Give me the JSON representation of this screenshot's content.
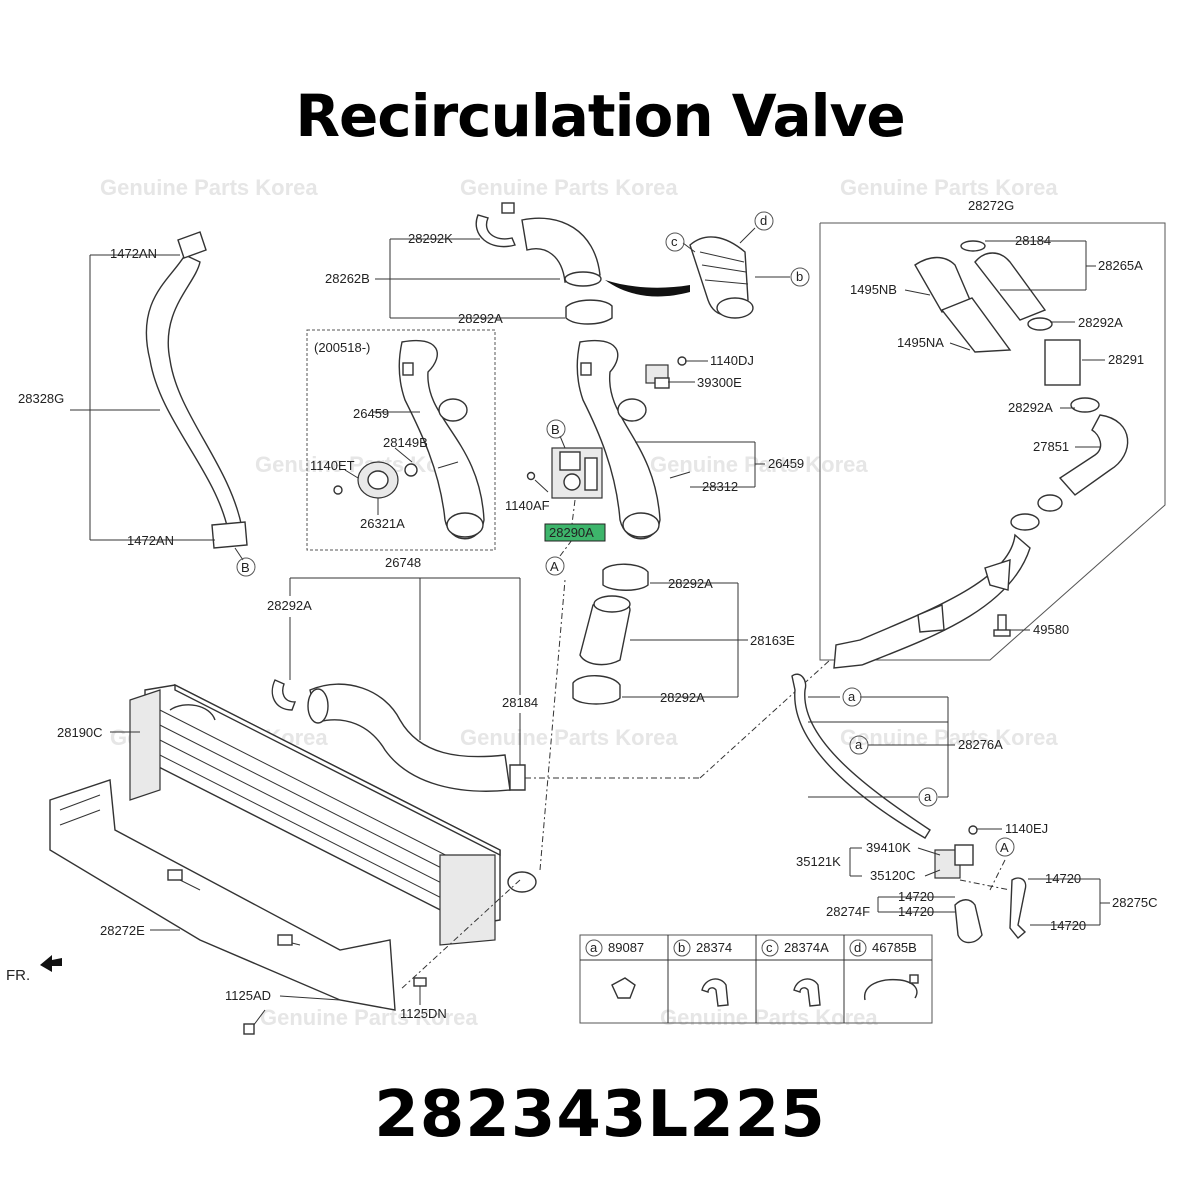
{
  "title": "Recirculation Valve",
  "part_number": "282343L225",
  "watermark": "Genuine Parts Korea",
  "highlight_color": "#3db56b",
  "box_note": "(200518-)",
  "direction_label": "FR.",
  "callouts": {
    "l1472AN_top": "1472AN",
    "l1472AN_bot": "1472AN",
    "l28328G": "28328G",
    "l28292K": "28292K",
    "l28262B": "28262B",
    "l28292A_top": "28292A",
    "l26459_left": "26459",
    "l28149B": "28149B",
    "l1140ET": "1140ET",
    "l26321A": "26321A",
    "l1140DJ": "1140DJ",
    "l39300E": "39300E",
    "l26459_right": "26459",
    "l28312": "28312",
    "l1140AF": "1140AF",
    "l28290A": "28290A",
    "l28272G": "28272G",
    "l28184_top": "28184",
    "l28265A": "28265A",
    "l1495NB": "1495NB",
    "l1495NA": "1495NA",
    "l28292A_r1": "28292A",
    "l28291": "28291",
    "l28292A_r2": "28292A",
    "l27851": "27851",
    "l49580": "49580",
    "l26748": "26748",
    "l28292A_left": "28292A",
    "l28184_mid": "28184",
    "l28190C": "28190C",
    "l28292A_c1": "28292A",
    "l28163E": "28163E",
    "l28292A_c2": "28292A",
    "l28276A": "28276A",
    "l1140EJ": "1140EJ",
    "l39410K": "39410K",
    "l35121K": "35121K",
    "l35120C": "35120C",
    "l14720_a": "14720",
    "l28274F": "28274F",
    "l14720_b": "14720",
    "l14720_c": "14720",
    "l28275C": "28275C",
    "l14720_d": "14720",
    "l28272E": "28272E",
    "l1125AD": "1125AD",
    "l1125DN": "1125DN"
  },
  "markers": {
    "B": "B",
    "A": "A",
    "a": "a",
    "b": "b",
    "c": "c",
    "d": "d"
  },
  "legend": [
    {
      "key": "a",
      "code": "89087"
    },
    {
      "key": "b",
      "code": "28374"
    },
    {
      "key": "c",
      "code": "28374A"
    },
    {
      "key": "d",
      "code": "46785B"
    }
  ]
}
